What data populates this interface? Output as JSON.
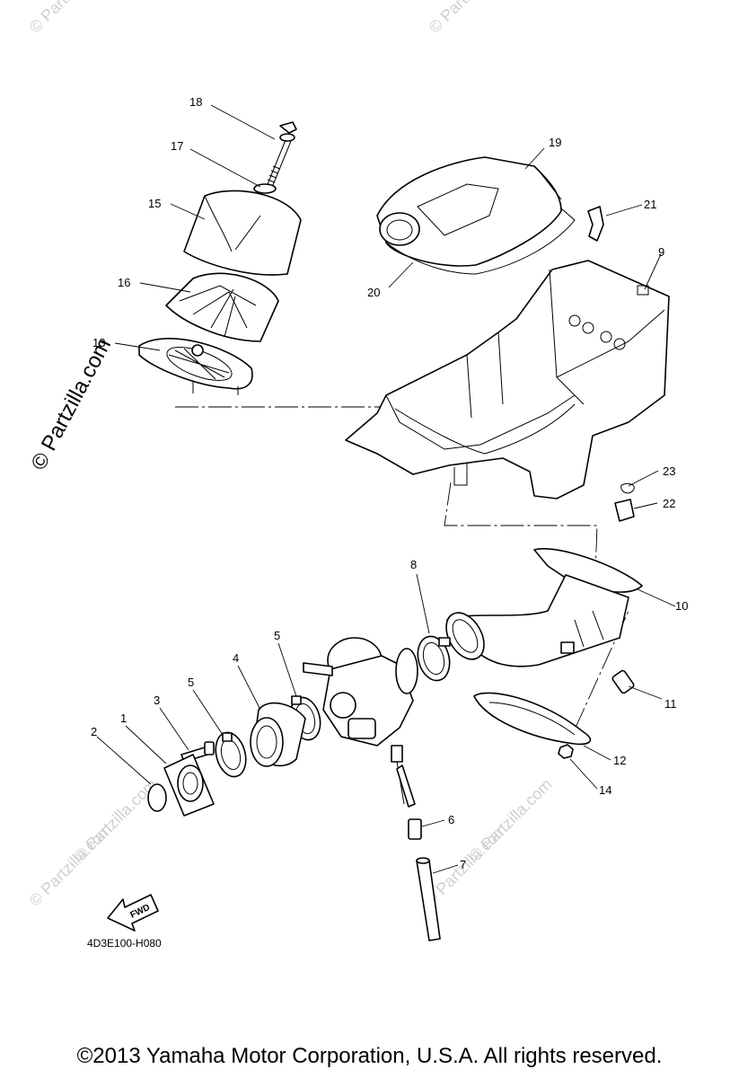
{
  "diagram": {
    "callouts": {
      "c1": "1",
      "c2": "2",
      "c3": "3",
      "c4": "4",
      "c5a": "5",
      "c5b": "5",
      "c6": "6",
      "c7": "7",
      "c8": "8",
      "c9": "9",
      "c10": "10",
      "c11": "11",
      "c12": "12",
      "c13": "13",
      "c14": "14",
      "c15": "15",
      "c16": "16",
      "c17": "17",
      "c18": "18",
      "c19": "19",
      "c20": "20",
      "c21": "21",
      "c22": "22",
      "c23": "23"
    },
    "drawing_code": "4D3E100-H080",
    "fwd_label": "FWD",
    "watermark_main": "© Partzilla.com",
    "watermark_faint": "© Partzilla.com"
  },
  "footer": {
    "copyright": "©2013 Yamaha Motor Corporation, U.S.A. All rights reserved."
  }
}
